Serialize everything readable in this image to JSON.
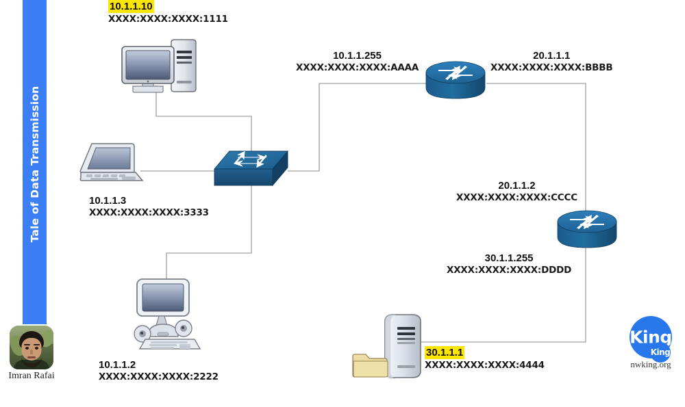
{
  "banner": {
    "title": "Tale of Data Transmission",
    "color": "#3c7ef5"
  },
  "author": {
    "name": "Imran Rafai",
    "avatar_icon": "person-photo-avatar"
  },
  "logo": {
    "word": "King",
    "badge_word": "King",
    "url": "nwking.org",
    "color": "#2878ec"
  },
  "diagram": {
    "type": "network-topology",
    "link_color": "#b0b0b0",
    "device_blue": "#1f6196",
    "highlight_color": "#ffe600",
    "nodes": [
      {
        "id": "pc1",
        "icon": "desktop-pc-icon",
        "ipv4": "10.1.1.10",
        "ipv6": "XXXX:XXXX:XXXX:1111",
        "highlighted": true
      },
      {
        "id": "laptop1",
        "icon": "laptop-icon",
        "ipv4": "10.1.1.3",
        "ipv6": "XXXX:XXXX:XXXX:3333",
        "highlighted": false
      },
      {
        "id": "workstation1",
        "icon": "desktop-workstation-icon",
        "ipv4": "10.1.1.2",
        "ipv6": "XXXX:XXXX:XXXX:2222",
        "highlighted": false
      },
      {
        "id": "switch1",
        "icon": "network-switch-icon"
      },
      {
        "id": "router1",
        "icon": "router-icon",
        "left_ipv4": "10.1.1.255",
        "left_ipv6": "XXXX:XXXX:XXXX:AAAA",
        "right_ipv4": "20.1.1.1",
        "right_ipv6": "XXXX:XXXX:XXXX:BBBB"
      },
      {
        "id": "router2",
        "icon": "router-icon",
        "top_ipv4": "20.1.1.2",
        "top_ipv6": "XXXX:XXXX:XXXX:CCCC",
        "bottom_ipv4": "30.1.1.255",
        "bottom_ipv6": "XXXX:XXXX:XXXX:DDDD"
      },
      {
        "id": "server1",
        "icon": "server-icon",
        "extra_icon": "folder-icon",
        "ipv4": "30.1.1.1",
        "ipv6": "XXXX:XXXX:XXXX:4444",
        "highlighted": true
      }
    ],
    "links": [
      {
        "from": "pc1",
        "to": "switch1"
      },
      {
        "from": "laptop1",
        "to": "switch1"
      },
      {
        "from": "workstation1",
        "to": "switch1"
      },
      {
        "from": "switch1",
        "to": "router1"
      },
      {
        "from": "router1",
        "to": "router2"
      },
      {
        "from": "router2",
        "to": "server1"
      }
    ]
  }
}
